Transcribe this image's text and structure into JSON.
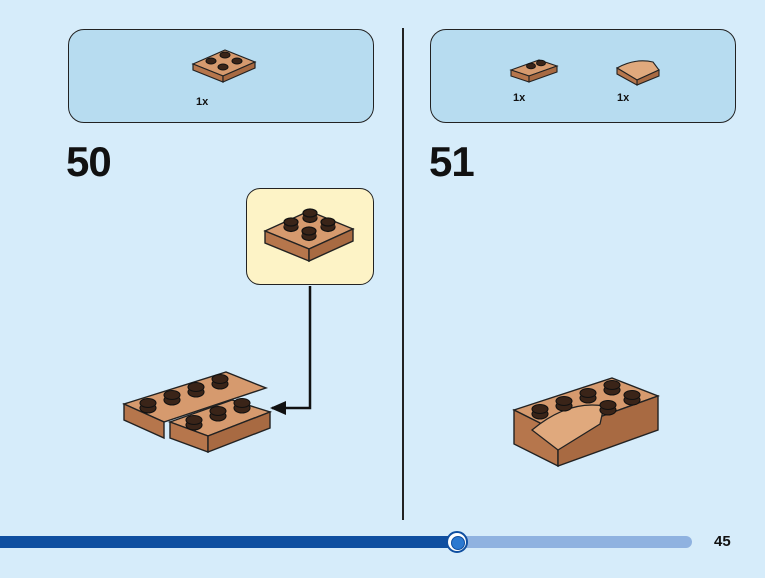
{
  "steps": [
    {
      "number": "50",
      "parts": [
        {
          "name": "plate-2x2-brown",
          "quantity": "1x"
        }
      ]
    },
    {
      "number": "51",
      "parts": [
        {
          "name": "plate-1x2-brown",
          "quantity": "1x"
        },
        {
          "name": "slope-curved-brown",
          "quantity": "1x"
        }
      ]
    }
  ],
  "page": {
    "number": "45"
  },
  "progress": {
    "fraction": 0.66
  },
  "colors": {
    "background": "#d6ecfa",
    "parts_box": "#b7dcf0",
    "callout": "#fdf3c6",
    "brick_brown": "#c9875c",
    "progress_fill": "#0f4fa0",
    "progress_track": "#8fb2e0"
  }
}
